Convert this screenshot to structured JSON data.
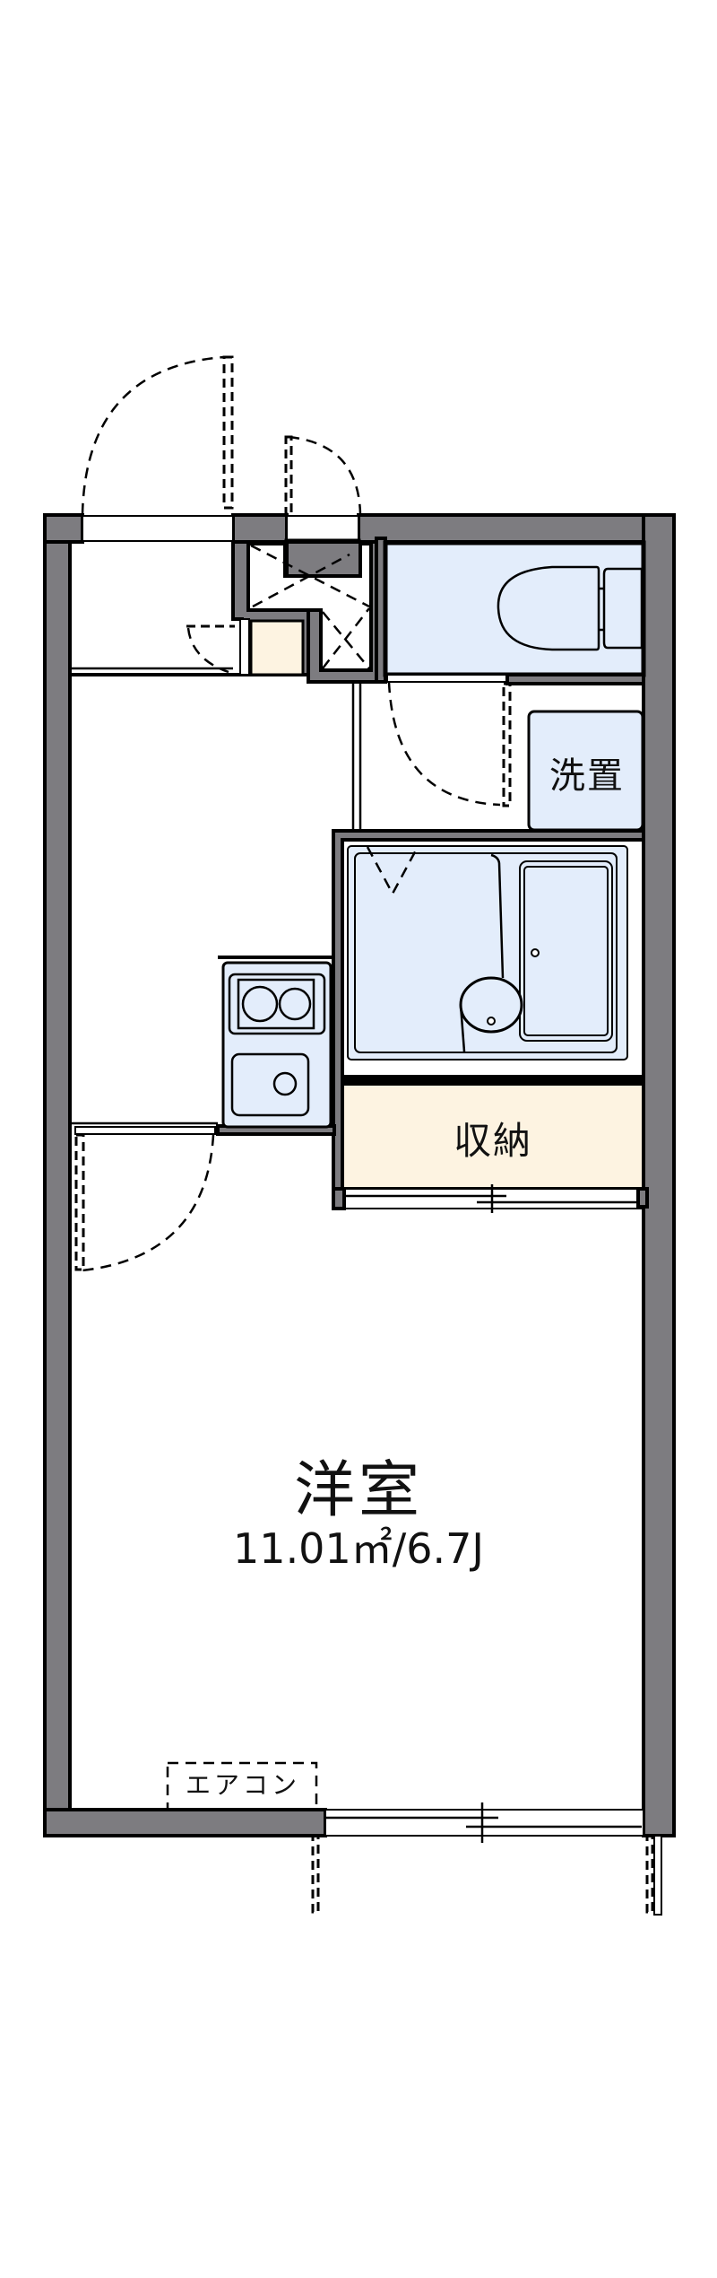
{
  "floor_plan": {
    "type": "1K apartment floor plan",
    "colors": {
      "wall": "#7d7c80",
      "wet_area": "#e3edfb",
      "storage": "#fdf3e1",
      "background": "#ffffff",
      "line": "#000000"
    },
    "rooms": {
      "main_room": {
        "name": "洋室",
        "area": "11.01㎡/6.7J"
      },
      "storage": {
        "name": "収納"
      },
      "washer_space": {
        "name": "洗置"
      },
      "aircon": {
        "name": "エアコン"
      }
    },
    "fixtures": [
      "entrance-door",
      "shoe-cabinet",
      "toilet",
      "unit-bath",
      "kitchen-sink",
      "two-burner-stove",
      "sliding-window",
      "closet-sliding-door"
    ]
  }
}
